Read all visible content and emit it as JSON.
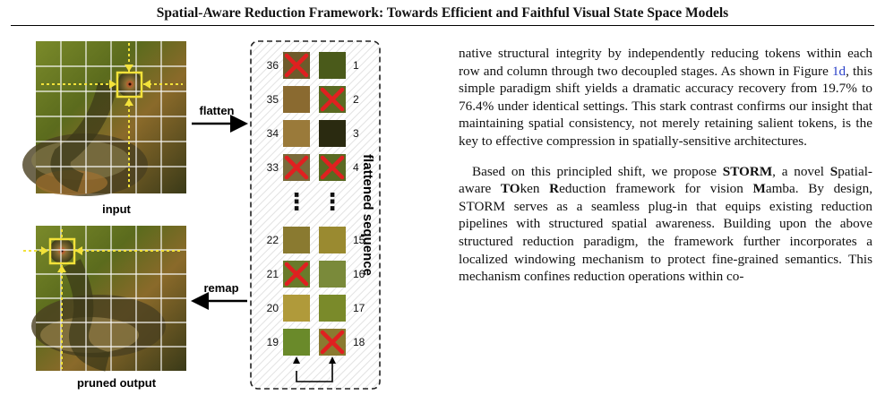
{
  "header": {
    "title": "Spatial-Aware Reduction Framework: Towards Efficient and Faithful Visual State Space Models"
  },
  "figure": {
    "input_label": "input",
    "output_label": "pruned output",
    "flatten_label": "flatten",
    "remap_label": "remap",
    "sequence_label": "flattened sequence",
    "left_numbers": [
      "36",
      "35",
      "34",
      "33",
      "22",
      "21",
      "20",
      "19"
    ],
    "right_numbers": [
      "1",
      "2",
      "3",
      "4",
      "15",
      "16",
      "17",
      "18"
    ],
    "ellipsis": "⋮"
  },
  "text": {
    "p1_a": "native structural integrity by independently reducing tokens within each row and column through two decoupled stages. As shown in Figure ",
    "p1_link": "1d",
    "p1_b": ", this simple paradigm shift yields a dramatic accuracy recovery from 19.7% to 76.4% under identical settings. This stark contrast confirms our insight that maintaining spatial consistency, not merely retaining salient tokens, is the key to effective compression in spatially-sensitive architectures.",
    "p2_a": "Based on this principled shift, we propose ",
    "p2_storm": "STORM",
    "p2_b": ", a novel ",
    "p2_S": "S",
    "p2_c": "patial-aware ",
    "p2_TO": "TO",
    "p2_d": "ken ",
    "p2_R": "R",
    "p2_e": "eduction framework for vision ",
    "p2_M": "M",
    "p2_f": "amba. By design, STORM serves as a seamless plug-in that equips existing reduction pipelines with structured spatial awareness. Building upon the above structured reduction paradigm, the framework further incorporates a localized windowing mechanism to protect fine-grained semantics. This mechanism confines reduction operations within co-"
  }
}
